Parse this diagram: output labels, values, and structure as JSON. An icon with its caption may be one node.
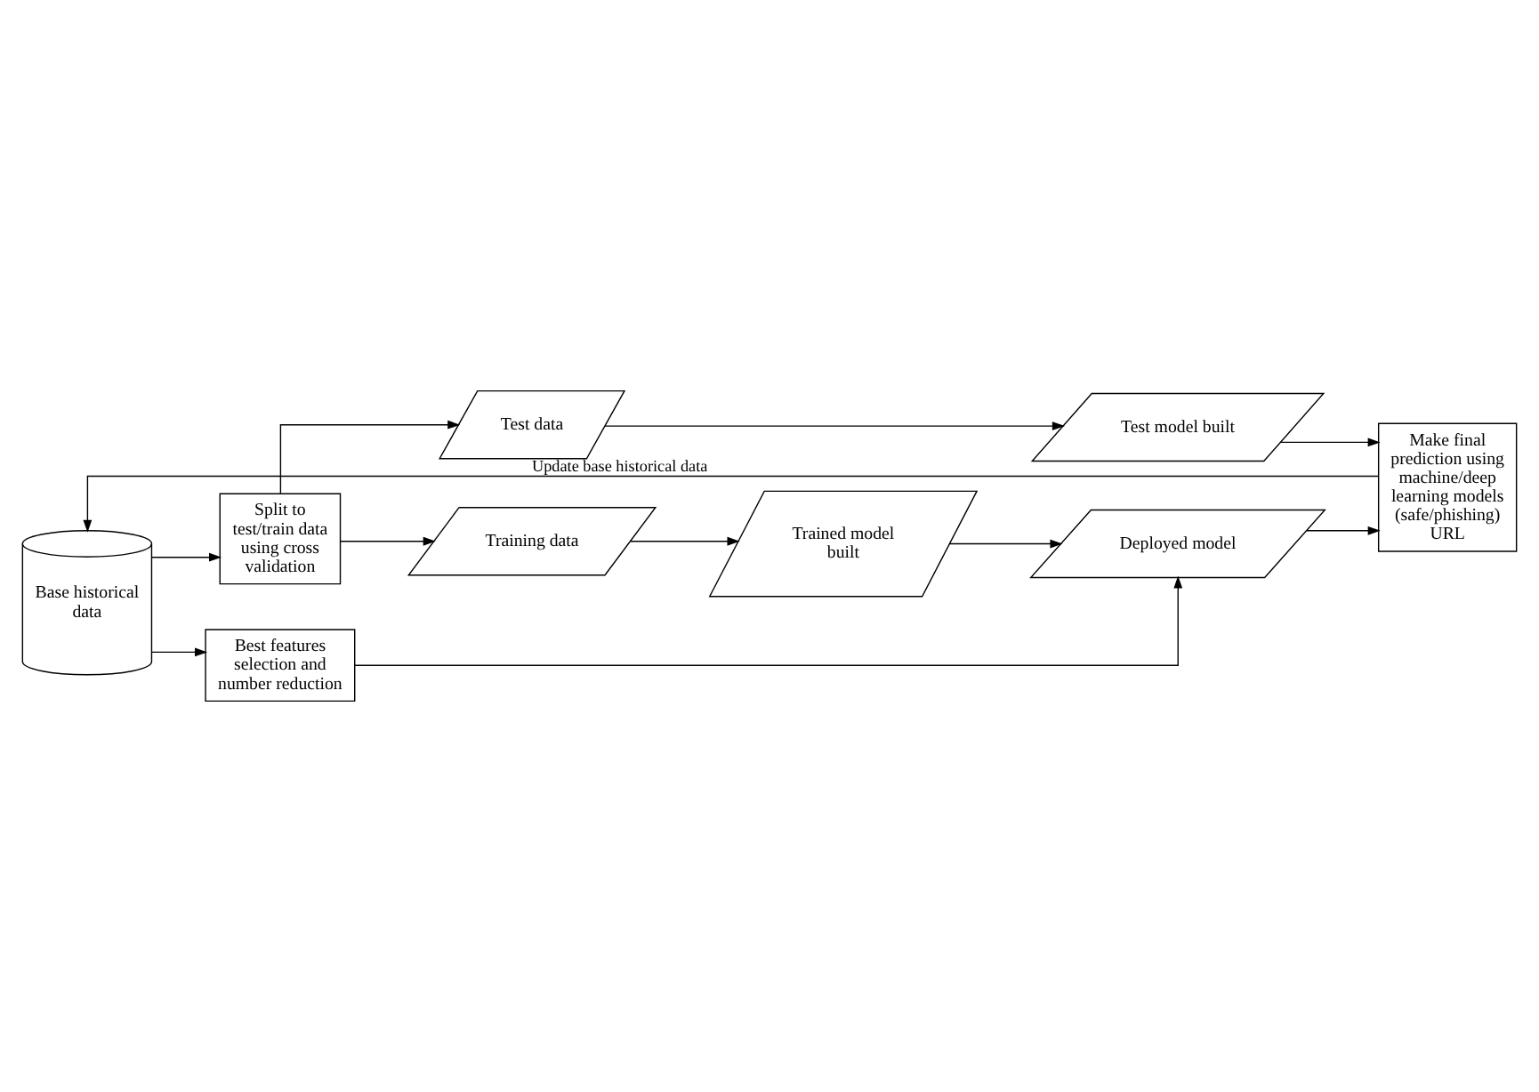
{
  "diagram": {
    "nodes": [
      {
        "text": [
          "Base historical data"
        ]
      },
      {
        "text": [
          "Split to test/train data using cross validation"
        ]
      },
      {
        "text": [
          "Test data"
        ]
      },
      {
        "text": [
          "Training data"
        ]
      },
      {
        "text": [
          "Trained model built"
        ]
      },
      {
        "text": [
          "Test model built"
        ]
      },
      {
        "text": [
          "Best features selection and number reduction"
        ]
      },
      {
        "text": [
          "Deployed model"
        ]
      },
      {
        "text": [
          "Make final prediction using machine/deep learning models (safe/phishing) URL"
        ]
      }
    ],
    "edges": [
      {
        "from": 0,
        "to": 1,
        "arrow": "to"
      },
      {
        "from": 1,
        "to": 2,
        "arrow": "to"
      },
      {
        "from": 1,
        "to": 3,
        "arrow": "to"
      },
      {
        "from": 3,
        "to": 4,
        "arrow": "to"
      },
      {
        "from": 2,
        "to": 5,
        "arrow": "to"
      },
      {
        "from": 4,
        "to": 7,
        "arrow": "to"
      },
      {
        "from": 5,
        "to": 8,
        "arrow": "to"
      },
      {
        "from": 0,
        "to": 6,
        "arrow": "to"
      },
      {
        "from": 6,
        "to": 7,
        "arrow": "to"
      },
      {
        "from": 7,
        "to": 8,
        "arrow": "to"
      },
      {
        "from": 8,
        "to": 0,
        "arrow": "to",
        "label": "Update base historical data"
      }
    ]
  }
}
